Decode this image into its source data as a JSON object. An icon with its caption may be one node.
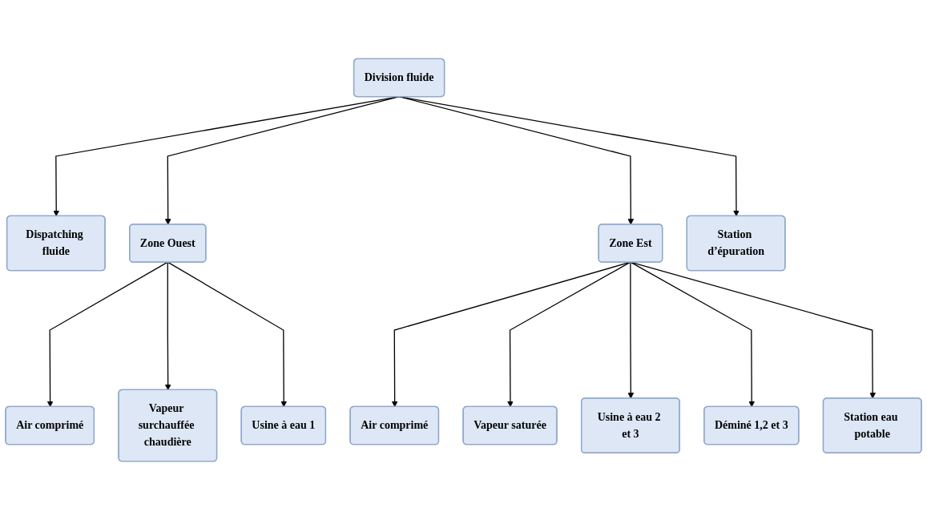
{
  "diagram": {
    "nodes": [
      {
        "text": [
          "Division fluide"
        ]
      },
      {
        "text": [
          "Dispatching fluide"
        ]
      },
      {
        "text": [
          "Zone Ouest"
        ]
      },
      {
        "text": [
          "Zone Est"
        ]
      },
      {
        "text": [
          "Station d’épuration"
        ]
      },
      {
        "text": [
          "Air comprimé"
        ]
      },
      {
        "text": [
          "Vapeur surchauffée chaudière"
        ]
      },
      {
        "text": [
          "Usine à eau 1"
        ]
      },
      {
        "text": [
          "Air comprimé"
        ]
      },
      {
        "text": [
          "Vapeur saturée"
        ]
      },
      {
        "text": [
          "Usine à eau 2 et 3"
        ]
      },
      {
        "text": [
          "Déminé 1,2 et 3"
        ]
      },
      {
        "text": [
          "Station eau potable"
        ]
      }
    ],
    "edges": [
      {
        "from": 0,
        "to": 1,
        "arrow": "to"
      },
      {
        "from": 0,
        "to": 2,
        "arrow": "to"
      },
      {
        "from": 0,
        "to": 3,
        "arrow": "to"
      },
      {
        "from": 0,
        "to": 4,
        "arrow": "to"
      },
      {
        "from": 2,
        "to": 5,
        "arrow": "to"
      },
      {
        "from": 2,
        "to": 6,
        "arrow": "to"
      },
      {
        "from": 2,
        "to": 7,
        "arrow": "to"
      },
      {
        "from": 3,
        "to": 8,
        "arrow": "to"
      },
      {
        "from": 3,
        "to": 9,
        "arrow": "to"
      },
      {
        "from": 3,
        "to": 10,
        "arrow": "to"
      },
      {
        "from": 3,
        "to": 11,
        "arrow": "to"
      },
      {
        "from": 3,
        "to": 12,
        "arrow": "to"
      }
    ]
  }
}
